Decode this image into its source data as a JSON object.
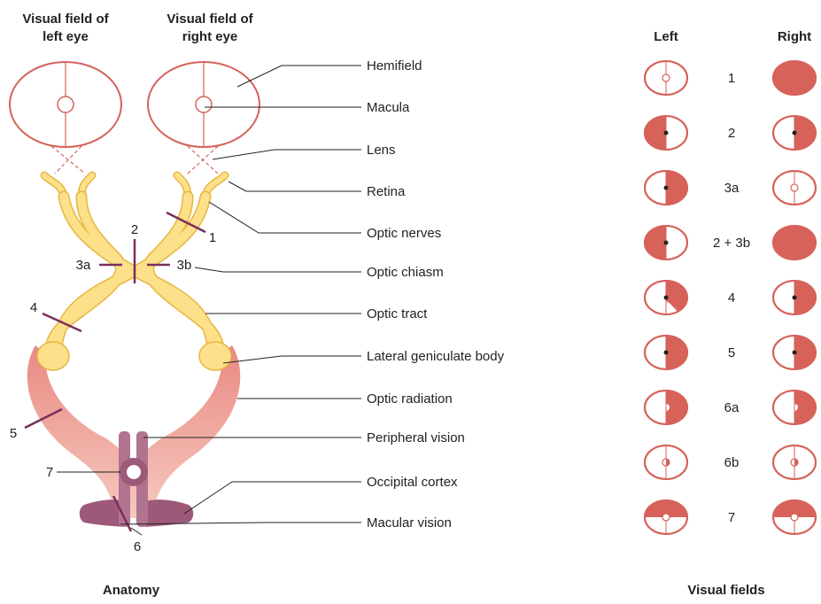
{
  "headers": {
    "left_eye_field": [
      "Visual field of",
      "left eye"
    ],
    "right_eye_field": [
      "Visual field of",
      "right eye"
    ],
    "left": "Left",
    "right": "Right",
    "anatomy": "Anatomy",
    "visual_fields": "Visual fields"
  },
  "structures": [
    "Hemifield",
    "Macula",
    "Lens",
    "Retina",
    "Optic nerves",
    "Optic chiasm",
    "Optic tract",
    "Lateral geniculate body",
    "Optic radiation",
    "Peripheral vision",
    "Occipital cortex",
    "Macular vision"
  ],
  "lesion_markers": [
    "1",
    "2",
    "3a",
    "3b",
    "4",
    "5",
    "6",
    "7"
  ],
  "field_rows": [
    {
      "label": "1",
      "left": "none",
      "right": "full"
    },
    {
      "label": "2",
      "left": "left-half",
      "right": "right-half"
    },
    {
      "label": "3a",
      "left": "right-half",
      "right": "none"
    },
    {
      "label": "2 + 3b",
      "left": "left-half",
      "right": "full"
    },
    {
      "label": "4",
      "left": "upper-right-wedge",
      "right": "right-half"
    },
    {
      "label": "5",
      "left": "right-half",
      "right": "right-half"
    },
    {
      "label": "6a",
      "left": "right-half-macular-sparing",
      "right": "right-half-macular-sparing"
    },
    {
      "label": "6b",
      "left": "macular-right",
      "right": "macular-right"
    },
    {
      "label": "7",
      "left": "upper-half",
      "right": "upper-half"
    }
  ],
  "colors": {
    "defect": "#d6625a",
    "outline": "#d6625a",
    "nerve": "#fde08a",
    "nerve_outline": "#e7b640",
    "radiation": "#eba39b",
    "cortex": "#9c5a78",
    "lesion": "#7a2f5c"
  }
}
